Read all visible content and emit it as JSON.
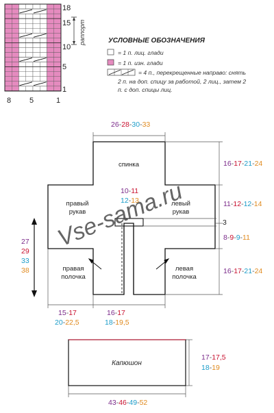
{
  "chart": {
    "row_numbers": [
      "18",
      "15",
      "10",
      "5",
      "1"
    ],
    "col_numbers": [
      "8",
      "5",
      "1"
    ],
    "repeat_label": "раппорт"
  },
  "legend": {
    "title": "УСЛОВНЫЕ ОБОЗНАЧЕНИЯ",
    "items": [
      {
        "text": "= 1 п. лиц. глади"
      },
      {
        "text": "= 1 п. изн. глади"
      },
      {
        "text": "= 4 п., перекрещенные направо: снять"
      }
    ],
    "cable_note_lines": [
      "2 п. на доп. спицу за работой, 2 лиц., затем 2",
      "п. с доп. спицы лиц."
    ]
  },
  "pattern": {
    "watermark": "Vse-sama.ru",
    "labels": {
      "back": "спинка",
      "right_sleeve": [
        "правый",
        "рукав"
      ],
      "left_sleeve": [
        "левый",
        "рукав"
      ],
      "right_front": [
        "правая",
        "полочка"
      ],
      "left_front": [
        "левая",
        "полочка"
      ]
    },
    "dims": {
      "top": [
        {
          "t": "26",
          "c": "#7a2a8a"
        },
        {
          "t": "-",
          "c": "#555"
        },
        {
          "t": "28",
          "c": "#c8102e"
        },
        {
          "t": "-",
          "c": "#555"
        },
        {
          "t": "30",
          "c": "#1a9cc9"
        },
        {
          "t": "-",
          "c": "#555"
        },
        {
          "t": "33",
          "c": "#e08a1e"
        }
      ],
      "right1": [
        {
          "t": "16",
          "c": "#7a2a8a"
        },
        {
          "t": "-",
          "c": "#555"
        },
        {
          "t": "17",
          "c": "#c8102e"
        },
        {
          "t": "-",
          "c": "#555"
        },
        {
          "t": "21",
          "c": "#1a9cc9"
        },
        {
          "t": "-",
          "c": "#555"
        },
        {
          "t": "24",
          "c": "#e08a1e"
        }
      ],
      "right2": [
        {
          "t": "11",
          "c": "#7a2a8a"
        },
        {
          "t": "-",
          "c": "#555"
        },
        {
          "t": "12",
          "c": "#c8102e"
        },
        {
          "t": "-",
          "c": "#555"
        },
        {
          "t": "12",
          "c": "#1a9cc9"
        },
        {
          "t": "-",
          "c": "#555"
        },
        {
          "t": "14",
          "c": "#e08a1e"
        }
      ],
      "right_neck": [
        {
          "t": "3",
          "c": "#222"
        }
      ],
      "right3": [
        {
          "t": "8",
          "c": "#7a2a8a"
        },
        {
          "t": "-",
          "c": "#555"
        },
        {
          "t": "9",
          "c": "#c8102e"
        },
        {
          "t": "-",
          "c": "#555"
        },
        {
          "t": "9",
          "c": "#1a9cc9"
        },
        {
          "t": "-",
          "c": "#555"
        },
        {
          "t": "11",
          "c": "#e08a1e"
        }
      ],
      "right4": [
        {
          "t": "16",
          "c": "#7a2a8a"
        },
        {
          "t": "-",
          "c": "#555"
        },
        {
          "t": "17",
          "c": "#c8102e"
        },
        {
          "t": "-",
          "c": "#555"
        },
        {
          "t": "21",
          "c": "#1a9cc9"
        },
        {
          "t": "-",
          "c": "#555"
        },
        {
          "t": "24",
          "c": "#e08a1e"
        }
      ],
      "center_a": [
        {
          "t": "10",
          "c": "#7a2a8a"
        },
        {
          "t": "-",
          "c": "#555"
        },
        {
          "t": "11",
          "c": "#c8102e"
        }
      ],
      "center_b": [
        {
          "t": "12",
          "c": "#1a9cc9"
        },
        {
          "t": "-",
          "c": "#555"
        },
        {
          "t": "13",
          "c": "#e08a1e"
        }
      ],
      "left_sizes": [
        {
          "t": "27",
          "c": "#7a2a8a"
        },
        {
          "t": "29",
          "c": "#c8102e"
        },
        {
          "t": "33",
          "c": "#1a9cc9"
        },
        {
          "t": "38",
          "c": "#e08a1e"
        }
      ],
      "bottom_left_a": [
        {
          "t": "15",
          "c": "#7a2a8a"
        },
        {
          "t": "-",
          "c": "#555"
        },
        {
          "t": "17",
          "c": "#c8102e"
        }
      ],
      "bottom_left_b": [
        {
          "t": "20",
          "c": "#1a9cc9"
        },
        {
          "t": "-",
          "c": "#555"
        },
        {
          "t": "22,5",
          "c": "#e08a1e"
        }
      ],
      "bottom_right_a": [
        {
          "t": "16",
          "c": "#7a2a8a"
        },
        {
          "t": "-",
          "c": "#555"
        },
        {
          "t": "17",
          "c": "#c8102e"
        }
      ],
      "bottom_right_b": [
        {
          "t": "18",
          "c": "#1a9cc9"
        },
        {
          "t": "-",
          "c": "#555"
        },
        {
          "t": "19,5",
          "c": "#e08a1e"
        }
      ]
    }
  },
  "hood": {
    "label": "Капюшон",
    "dims": {
      "right_a": [
        {
          "t": "17",
          "c": "#7a2a8a"
        },
        {
          "t": "-",
          "c": "#555"
        },
        {
          "t": "17,5",
          "c": "#c8102e"
        }
      ],
      "right_b": [
        {
          "t": "18",
          "c": "#1a9cc9"
        },
        {
          "t": "-",
          "c": "#555"
        },
        {
          "t": "19",
          "c": "#e08a1e"
        }
      ],
      "bottom": [
        {
          "t": "43",
          "c": "#7a2a8a"
        },
        {
          "t": "-",
          "c": "#555"
        },
        {
          "t": "46",
          "c": "#c8102e"
        },
        {
          "t": "-",
          "c": "#555"
        },
        {
          "t": "49",
          "c": "#1a9cc9"
        },
        {
          "t": "-",
          "c": "#555"
        },
        {
          "t": "52",
          "c": "#e08a1e"
        }
      ]
    }
  },
  "colors": {
    "purl": "#e58bbf",
    "knit": "#ffffff",
    "grid": "#555555",
    "outline": "#111111",
    "watermark": "#4a4a4a"
  }
}
